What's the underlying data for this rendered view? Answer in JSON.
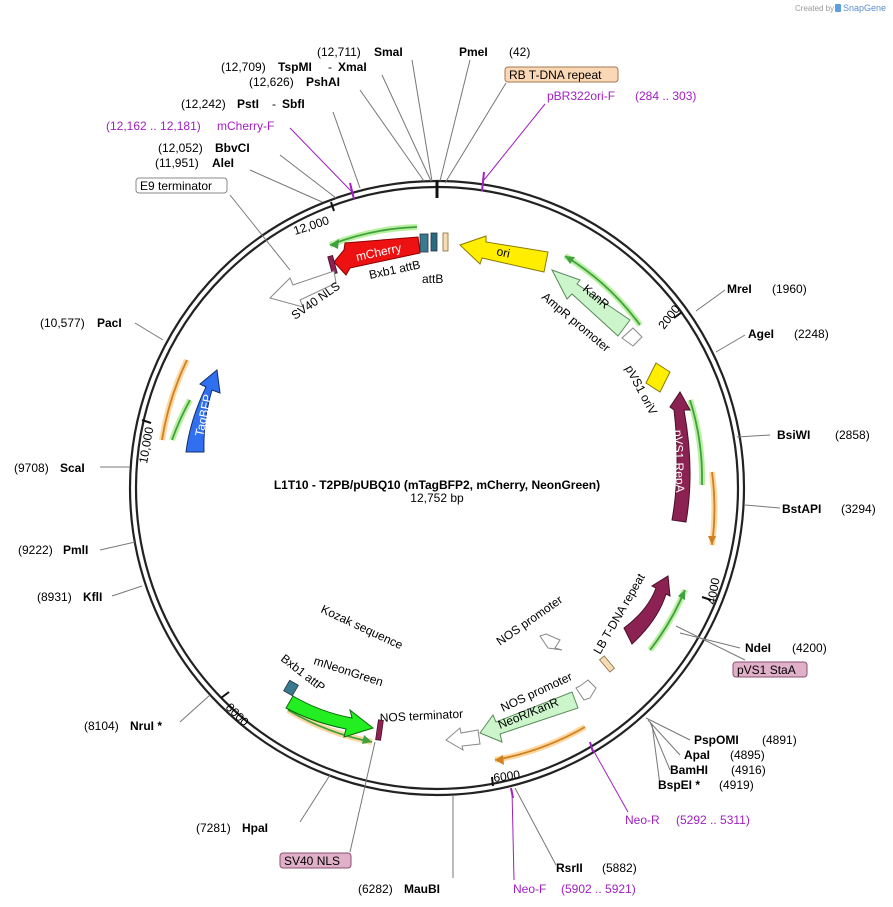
{
  "credit": {
    "text": "Created by",
    "brand": "SnapGene"
  },
  "plasmid": {
    "name": "L1T10 - T2PB/pUBQ10 (mTagBFP2, mCherry, NeonGreen)",
    "length": "12,752 bp"
  },
  "ticks": [
    "2000",
    "4000",
    "6000",
    "8000",
    "10,000",
    "12,000"
  ],
  "sites": [
    {
      "pos": "(12,711)",
      "name": "SmaI"
    },
    {
      "pos": "(42)",
      "name": "PmeI"
    },
    {
      "pos": "(12,709)",
      "name": "TspMI",
      "name2": "XmaI"
    },
    {
      "pos": "(12,626)",
      "name": "PshAI"
    },
    {
      "pos": "(12,242)",
      "name": "PstI",
      "name2": "SbfI"
    },
    {
      "pos": "(12,052)",
      "name": "BbvCI"
    },
    {
      "pos": "(11,951)",
      "name": "AleI"
    },
    {
      "pos": "(10,577)",
      "name": "PacI"
    },
    {
      "pos": "(9708)",
      "name": "ScaI"
    },
    {
      "pos": "(9222)",
      "name": "PmlI"
    },
    {
      "pos": "(8931)",
      "name": "KflI"
    },
    {
      "pos": "(8104)",
      "name": "NruI *"
    },
    {
      "pos": "(7281)",
      "name": "HpaI"
    },
    {
      "pos": "(6282)",
      "name": "MauBI"
    },
    {
      "pos": "(5882)",
      "name": "RsrII"
    },
    {
      "pos": "(4891)",
      "name": "PspOMI"
    },
    {
      "pos": "(4895)",
      "name": "ApaI"
    },
    {
      "pos": "(4916)",
      "name": "BamHI"
    },
    {
      "pos": "(4919)",
      "name": "BspEI *"
    },
    {
      "pos": "(4200)",
      "name": "NdeI"
    },
    {
      "pos": "(3294)",
      "name": "BstAPI"
    },
    {
      "pos": "(2858)",
      "name": "BsiWI"
    },
    {
      "pos": "(2248)",
      "name": "AgeI"
    },
    {
      "pos": "(1960)",
      "name": "MreI"
    }
  ],
  "primers": [
    {
      "name": "mCherry-F",
      "range": "(12,162 .. 12,181)"
    },
    {
      "name": "pBR322ori-F",
      "range": "(284 .. 303)"
    },
    {
      "name": "Neo-R",
      "range": "(5292 .. 5311)"
    },
    {
      "name": "Neo-F",
      "range": "(5902 .. 5921)"
    }
  ],
  "outer_features": [
    "RB T-DNA repeat",
    "E9 terminator",
    "pVS1 StaA",
    "SV40 NLS"
  ],
  "features": {
    "mCherry": "mCherry",
    "bxb1_attb": "Bxb1 attB",
    "attb": "attB",
    "sv40_nls_top": "SV40 NLS",
    "ori": "ori",
    "kanr": "KanR",
    "ampr_promoter": "AmpR promoter",
    "pvs1_oriv": "pVS1 oriV",
    "pvs1_repa": "pVS1 RepA",
    "tagbfp": "TagBFP",
    "lb_tdna": "LB T-DNA repeat",
    "nos_promoter_1": "NOS promoter",
    "nos_promoter_2": "NOS promoter",
    "neor_kanr": "NeoR/KanR",
    "nos_terminator": "NOS terminator",
    "kozak": "Kozak sequence",
    "mneongreen": "mNeonGreen",
    "bxb1_attp": "Bxb1 attP"
  },
  "colors": {
    "backbone": "#222222",
    "mCherry": "#ee1111",
    "ori": "#ffee00",
    "kanr": "#ccf5cc",
    "repa": "#8b2252",
    "tagbfp": "#3070f0",
    "mneongreen": "#22ee22",
    "neor": "#ccf5cc",
    "primer": "#a020c0",
    "orange_arc": "#e8a040",
    "green_arc": "#40a040",
    "rb_box": "#fbd8b5",
    "pink_box": "#e0b0c8"
  }
}
